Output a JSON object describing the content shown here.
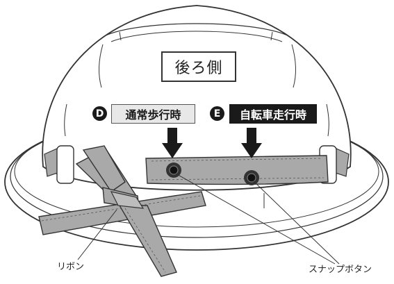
{
  "title": "後ろ側",
  "positions": [
    {
      "letter": "D",
      "label": "通常歩行時"
    },
    {
      "letter": "E",
      "label": "自転車走行時"
    }
  ],
  "callouts": {
    "ribbon": "リボン",
    "snap_buttons": "スナップボタン"
  },
  "colors": {
    "strap": "#a9a9a9",
    "outline": "#333333",
    "label_d_bg": "#e8e8e8",
    "label_e_bg": "#1a1a1a"
  }
}
